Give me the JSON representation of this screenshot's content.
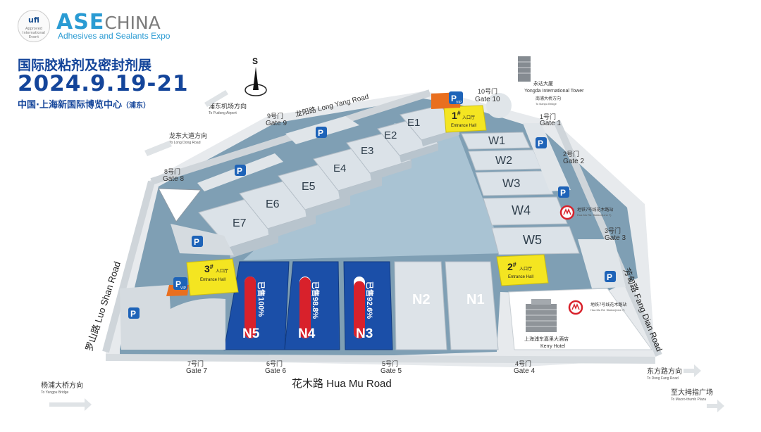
{
  "header": {
    "ufi_logo": "ufi",
    "ufi_small": "Approved International Event",
    "brand_main": "ASE",
    "brand_china": "CHINA",
    "brand_sub": "Adhesives and Sealants Expo",
    "title_cn": "国际胶粘剂及密封剂展",
    "dates": "2024.9.19-21",
    "venue": "中国·上海新国际博览中心",
    "venue_district": "（浦东）"
  },
  "compass": {
    "label": "S"
  },
  "roads": {
    "long_yang": "龙阳路 Long Yang Road",
    "luo_shan": "罗山路 Luo Shan Road",
    "fang_dian": "芳甸路 Fang Dian Road",
    "hua_mu": "花木路 Hua Mu Road"
  },
  "directions": {
    "pudong_airport_cn": "浦东机场方向",
    "pudong_airport_en": "To Pudong Airport",
    "longdong_cn": "龙东大道方向",
    "longdong_en": "To Long Dong Road",
    "yangpu_cn": "杨浦大桥方向",
    "yangpu_en": "To Yangpu Bridge",
    "nanpu_cn": "南浦大桥方向",
    "nanpu_en": "To Nanpu Bridge",
    "dongfang_cn": "东方路方向",
    "dongfang_en": "To Dong Fang Road",
    "macro_cn": "至大拇指广场",
    "macro_en": "To Macro-thumb Plaza"
  },
  "landmarks": {
    "yongda_cn": "永达大厦",
    "yongda_en": "Yongda International Tower",
    "kerry_cn": "上海浦东嘉里大酒店",
    "kerry_en": "Kerry Hotel",
    "metro1_cn": "地铁7号线花木路站",
    "metro1_en": "Hua Mu Rd. Station(Line 7)",
    "metro2_cn": "地铁7号线花木路站",
    "metro2_en": "Hua Mu Rd. Station(Line 7)"
  },
  "gates": [
    {
      "cn": "1号门",
      "en": "Gate 1"
    },
    {
      "cn": "2号门",
      "en": "Gate 2"
    },
    {
      "cn": "3号门",
      "en": "Gate 3"
    },
    {
      "cn": "4号门",
      "en": "Gate 4"
    },
    {
      "cn": "5号门",
      "en": "Gate 5"
    },
    {
      "cn": "6号门",
      "en": "Gate 6"
    },
    {
      "cn": "7号门",
      "en": "Gate 7"
    },
    {
      "cn": "8号门",
      "en": "Gate 8"
    },
    {
      "cn": "9号门",
      "en": "Gate 9"
    },
    {
      "cn": "10号门",
      "en": "Gate 10"
    }
  ],
  "halls": {
    "E1": "E1",
    "E2": "E2",
    "E3": "E3",
    "E4": "E4",
    "E5": "E5",
    "E6": "E6",
    "E7": "E7",
    "W1": "W1",
    "W2": "W2",
    "W3": "W3",
    "W4": "W4",
    "W5": "W5",
    "N1": "N1",
    "N2": "N2",
    "N3": "N3",
    "N4": "N4",
    "N5": "N5"
  },
  "sold": {
    "N5": {
      "label": "已售100%",
      "fraction": 1.0
    },
    "N4": {
      "label": "已售98.8%",
      "fraction": 0.988
    },
    "N3": {
      "label": "已售92.6%",
      "fraction": 0.926
    }
  },
  "entrances": [
    {
      "num": "1",
      "sup": "#",
      "cn": "入口厅",
      "en": "Entrance Hall"
    },
    {
      "num": "2",
      "sup": "#",
      "cn": "入口厅",
      "en": "Entrance Hall"
    },
    {
      "num": "3",
      "sup": "#",
      "cn": "入口厅",
      "en": "Entrance Hall"
    }
  ],
  "parking": {
    "letter": "P",
    "vip": "VIP"
  },
  "colors": {
    "brand_blue": "#2a9bd3",
    "title_blue": "#14459a",
    "booked_hall": "#1b4fa8",
    "entrance_yellow": "#f4e521",
    "sold_red": "#d8212b",
    "ground": "#7f9fb4"
  }
}
